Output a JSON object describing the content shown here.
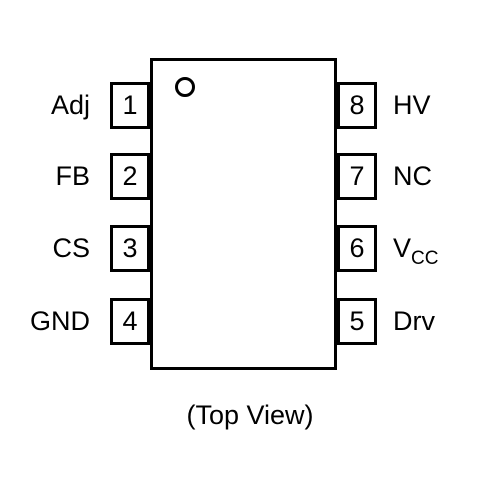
{
  "diagram": {
    "pins": [
      {
        "number": "1",
        "name": "Adj"
      },
      {
        "number": "2",
        "name": "FB"
      },
      {
        "number": "3",
        "name": "CS"
      },
      {
        "number": "4",
        "name": "GND"
      },
      {
        "number": "5",
        "name": "Drv"
      },
      {
        "number": "6",
        "name": "V",
        "name_subscript": "CC"
      },
      {
        "number": "7",
        "name": "NC"
      },
      {
        "number": "8",
        "name": "HV"
      }
    ],
    "caption": "(Top View)"
  }
}
